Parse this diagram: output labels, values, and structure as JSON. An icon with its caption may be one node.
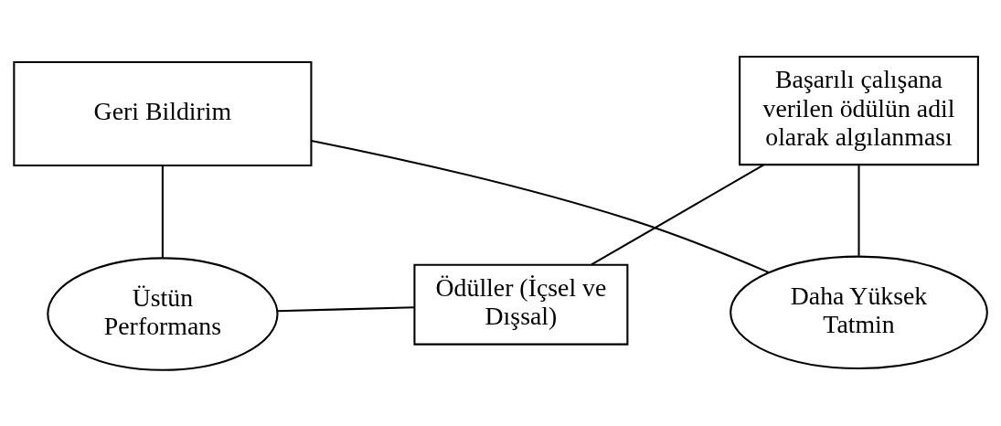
{
  "diagram": {
    "nodes": [
      {
        "text": [
          "Üstün Performans"
        ]
      },
      {
        "text": [
          "Ödüller (İçsel ve Dışsal)"
        ]
      },
      {
        "text": [
          "Başarılı çalışana verilen ödülün adil olarak algılanması"
        ]
      },
      {
        "text": [
          "Daha Yüksek Tatmin"
        ]
      },
      {
        "text": [
          "Geri Bildirim"
        ]
      }
    ],
    "edges": [
      {
        "from": 0,
        "to": 1,
        "arrow": "none"
      },
      {
        "from": 1,
        "to": 2,
        "arrow": "none"
      },
      {
        "from": 2,
        "to": 3,
        "arrow": "none"
      },
      {
        "from": 3,
        "to": 4,
        "arrow": "none"
      },
      {
        "from": 4,
        "to": 0,
        "arrow": "none"
      }
    ]
  }
}
